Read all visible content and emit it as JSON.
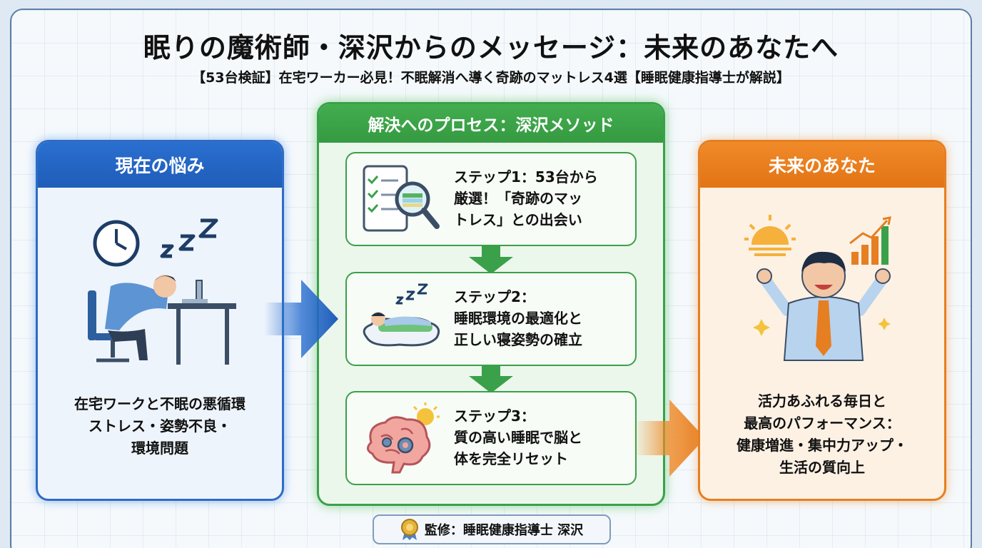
{
  "title": "眠りの魔術師・深沢からのメッセージ：未来のあなたへ",
  "subtitle": "【53台検証】在宅ワーカー必見！不眠解消へ導く奇跡のマットレス4選【睡眠健康指導士が解説】",
  "left": {
    "heading": "現在の悩み",
    "lines": [
      "在宅ワークと不眠の悪循環",
      "ストレス・姿勢不良・",
      "環境問題"
    ]
  },
  "middle": {
    "heading": "解決へのプロセス：深沢メソッド",
    "steps": [
      {
        "lines": [
          "ステップ1：53台から",
          "厳選！「奇跡のマッ",
          "トレス」との出会い"
        ]
      },
      {
        "lines": [
          "ステップ2：",
          "睡眠環境の最適化と",
          "正しい寝姿勢の確立"
        ]
      },
      {
        "lines": [
          "ステップ3：",
          "質の高い睡眠で脳と",
          "体を完全リセット"
        ]
      }
    ]
  },
  "right": {
    "heading": "未来のあなた",
    "lines": [
      "活力あふれる毎日と",
      "最高のパフォーマンス：",
      "健康増進・集中力アップ・",
      "生活の質向上"
    ]
  },
  "footer": {
    "label": "監修：睡眠健康指導士 深沢"
  },
  "colors": {
    "blue": "#2a6fd0",
    "green": "#3aa14a",
    "orange": "#e57f22"
  }
}
